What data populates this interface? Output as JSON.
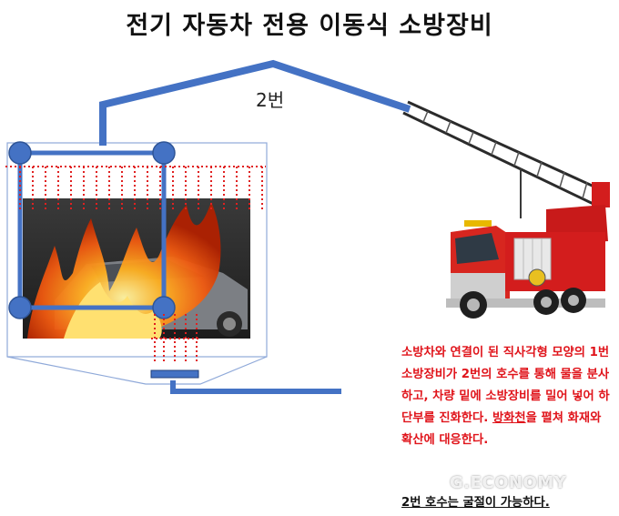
{
  "title": "전기 자동차 전용 이동식 소방장비",
  "hose_label": "2번",
  "description": {
    "part1": "소방차와 연결이 된 직사각형 모양의 1번 소방장비가 2번의 호수를 통해 물을 분사하고, 차량 밑에 소방장비를 밀어 넣어 하단부를 진화한다. ",
    "underlined": "방화천",
    "part2": "을 펼쳐 화재와 확산에 대응한다.",
    "note": "2번 호수는 굴절이 가능하다."
  },
  "watermark": "G.ECONOMY",
  "colors": {
    "frame_blue": "#4472c4",
    "water_red": "#e02020",
    "text_red": "#e0141b"
  }
}
